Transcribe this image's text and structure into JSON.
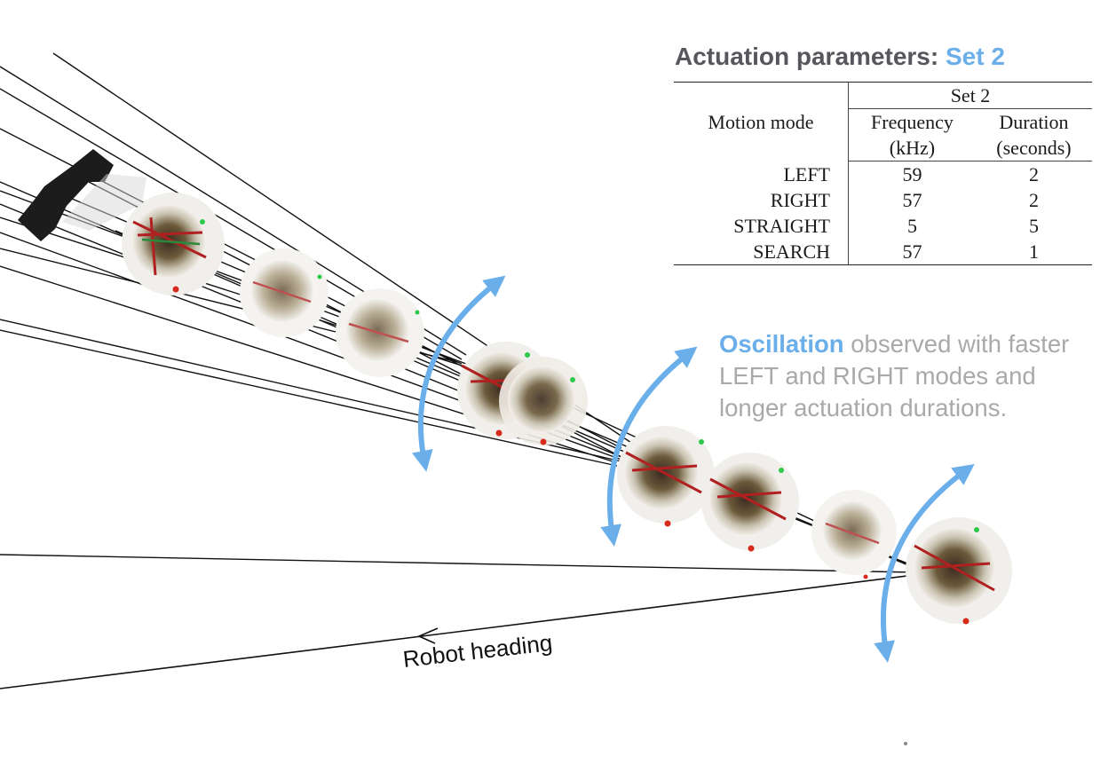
{
  "table_title": {
    "prefix": "Actuation parameters: ",
    "highlight": "Set 2"
  },
  "table": {
    "mode_header": "Motion mode",
    "set_header": "Set 2",
    "freq_header_line1": "Frequency",
    "freq_header_line2": "(kHz)",
    "dur_header_line1": "Duration",
    "dur_header_line2": "(seconds)",
    "rows": [
      {
        "mode": "LEFT",
        "frequency": "59",
        "duration": "2"
      },
      {
        "mode": "RIGHT",
        "frequency": "57",
        "duration": "2"
      },
      {
        "mode": "STRAIGHT",
        "frequency": "5",
        "duration": "5"
      },
      {
        "mode": "SEARCH",
        "frequency": "57",
        "duration": "1"
      }
    ]
  },
  "note": {
    "highlight": "Oscillation",
    "text": " observed with faster LEFT and RIGHT modes and longer actuation durations."
  },
  "heading_label": "Robot heading",
  "colors": {
    "accent": "#6aaeea",
    "title_gray": "#55575c",
    "note_gray": "#a9a9a9",
    "line": "#111111"
  }
}
